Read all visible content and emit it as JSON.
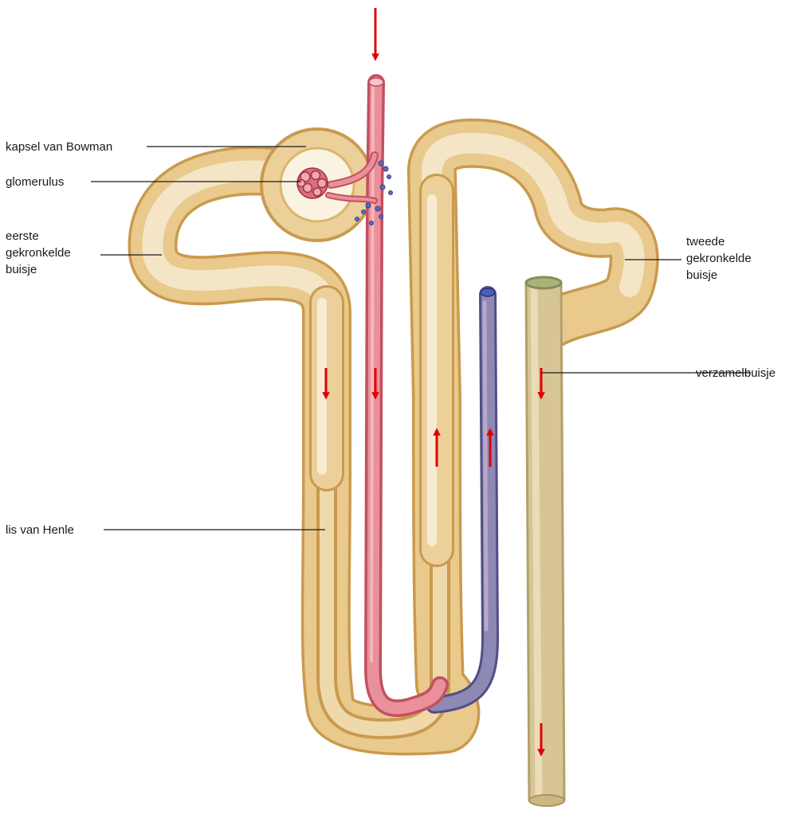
{
  "labels": {
    "kapsel": "kapsel van Bowman",
    "glomerulus": "glomerulus",
    "eerste": [
      "eerste",
      "gekronkelde",
      "buisje"
    ],
    "henle": "lis van Henle",
    "tweede": [
      "tweede",
      "gekronkelde",
      "buisje"
    ],
    "verzamel": "verzamelbuisje"
  },
  "colors": {
    "tubule": "#e9c98c",
    "tubule_outline": "#c99a4e",
    "tubule_highlight": "#f6ead0",
    "artery": "#e07a86",
    "artery_outline": "#c25060",
    "vein": "#7f7fa8",
    "vein_outline": "#4f4f86",
    "collecting_duct": "#d8c596",
    "arrow": "#e00000",
    "leader_line": "#1a1a1a"
  },
  "flow_arrows": [
    {
      "id": "afferent",
      "direction": "down"
    },
    {
      "id": "descending-limb",
      "direction": "down"
    },
    {
      "id": "artery-down",
      "direction": "down"
    },
    {
      "id": "ascending-limb",
      "direction": "up"
    },
    {
      "id": "vein-up",
      "direction": "up"
    },
    {
      "id": "collecting-upper",
      "direction": "down"
    },
    {
      "id": "collecting-lower",
      "direction": "down"
    }
  ]
}
